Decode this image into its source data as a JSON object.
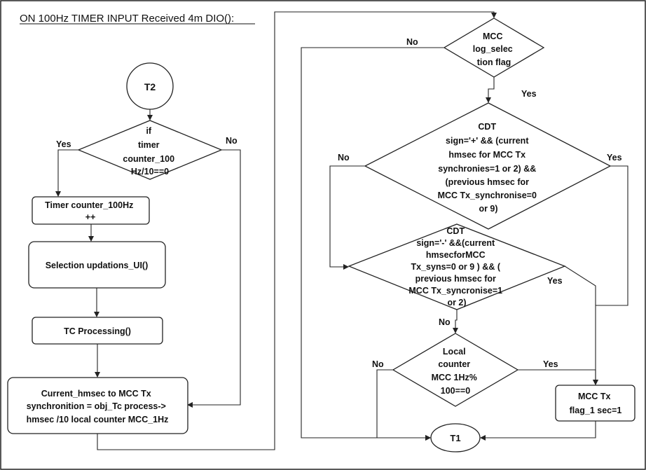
{
  "title": "ON 100Hz TIMER INPUT Received 4m DIO():",
  "left": {
    "t2": "T2",
    "timer_decision": [
      "if",
      "timer",
      "counter_100",
      "Hz/10==0"
    ],
    "yes": "Yes",
    "no": "No",
    "increment": [
      "Timer counter_100Hz",
      "++"
    ],
    "selection": "Selection updations_UI()",
    "tc": "TC Processing()",
    "current": [
      "Current_hmsec to MCC Tx",
      "synchronition = obj_Tc process->",
      "hmsec /10 local counter MCC_1Hz"
    ]
  },
  "right": {
    "log_decision": [
      "MCC",
      "log_selec",
      "tion flag"
    ],
    "log_no": "No",
    "log_yes": "Yes",
    "cdt_plus": [
      "CDT",
      "sign='+' && (current",
      "hmsec for MCC Tx",
      "synchronies=1 or 2) &&",
      "(previous hmsec for",
      "MCC Tx_synchronise=0",
      "or 9)"
    ],
    "plus_no": "No",
    "plus_yes": "Yes",
    "cdt_minus": [
      "CDT",
      "sign='-' &&(current",
      "hmsecforMCC",
      "Tx_syns=0 or 9 ) && (",
      "previous hmsec for",
      "MCC Tx_syncronise=1",
      "or 2)"
    ],
    "minus_no": "No",
    "minus_yes": "Yes",
    "local_decision": [
      "Local",
      "counter",
      "MCC 1Hz%",
      "100==0"
    ],
    "local_no": "No",
    "local_yes": "Yes",
    "flag": [
      "MCC Tx",
      "flag_1 sec=1"
    ],
    "t1": "T1"
  }
}
